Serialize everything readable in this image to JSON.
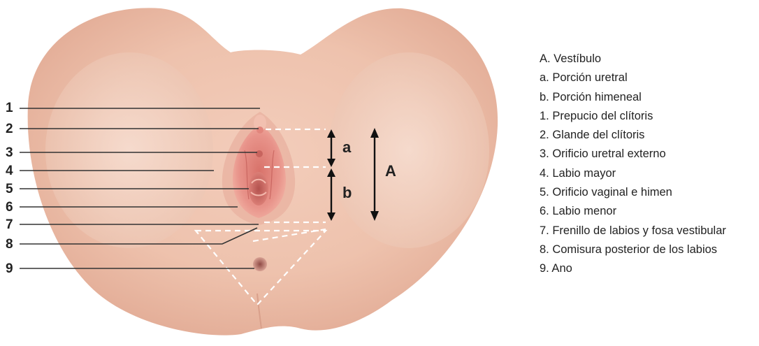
{
  "figure": {
    "number_labels": [
      "1",
      "2",
      "3",
      "4",
      "5",
      "6",
      "7",
      "8",
      "9"
    ],
    "bracket_labels": {
      "a": "a",
      "b": "b",
      "A": "A"
    }
  },
  "legend": {
    "items": [
      "A. Vestíbulo",
      "a. Porción uretral",
      "b. Porción himeneal",
      "1. Prepucio del clítoris",
      "2. Glande del clítoris",
      "3. Orificio uretral externo",
      "4. Labio mayor",
      "5. Orificio vaginal e himen",
      "6. Labio menor",
      "7. Frenillo de labios y fosa vestibular",
      "8. Comisura posterior de los labios",
      "9. Ano"
    ]
  },
  "colors": {
    "skin_light": "#f7dccf",
    "skin_mid": "#ecbfa9",
    "skin_dark": "#d99f88",
    "labia_pink": "#e98d84",
    "inner_pink": "#d86c66"
  }
}
